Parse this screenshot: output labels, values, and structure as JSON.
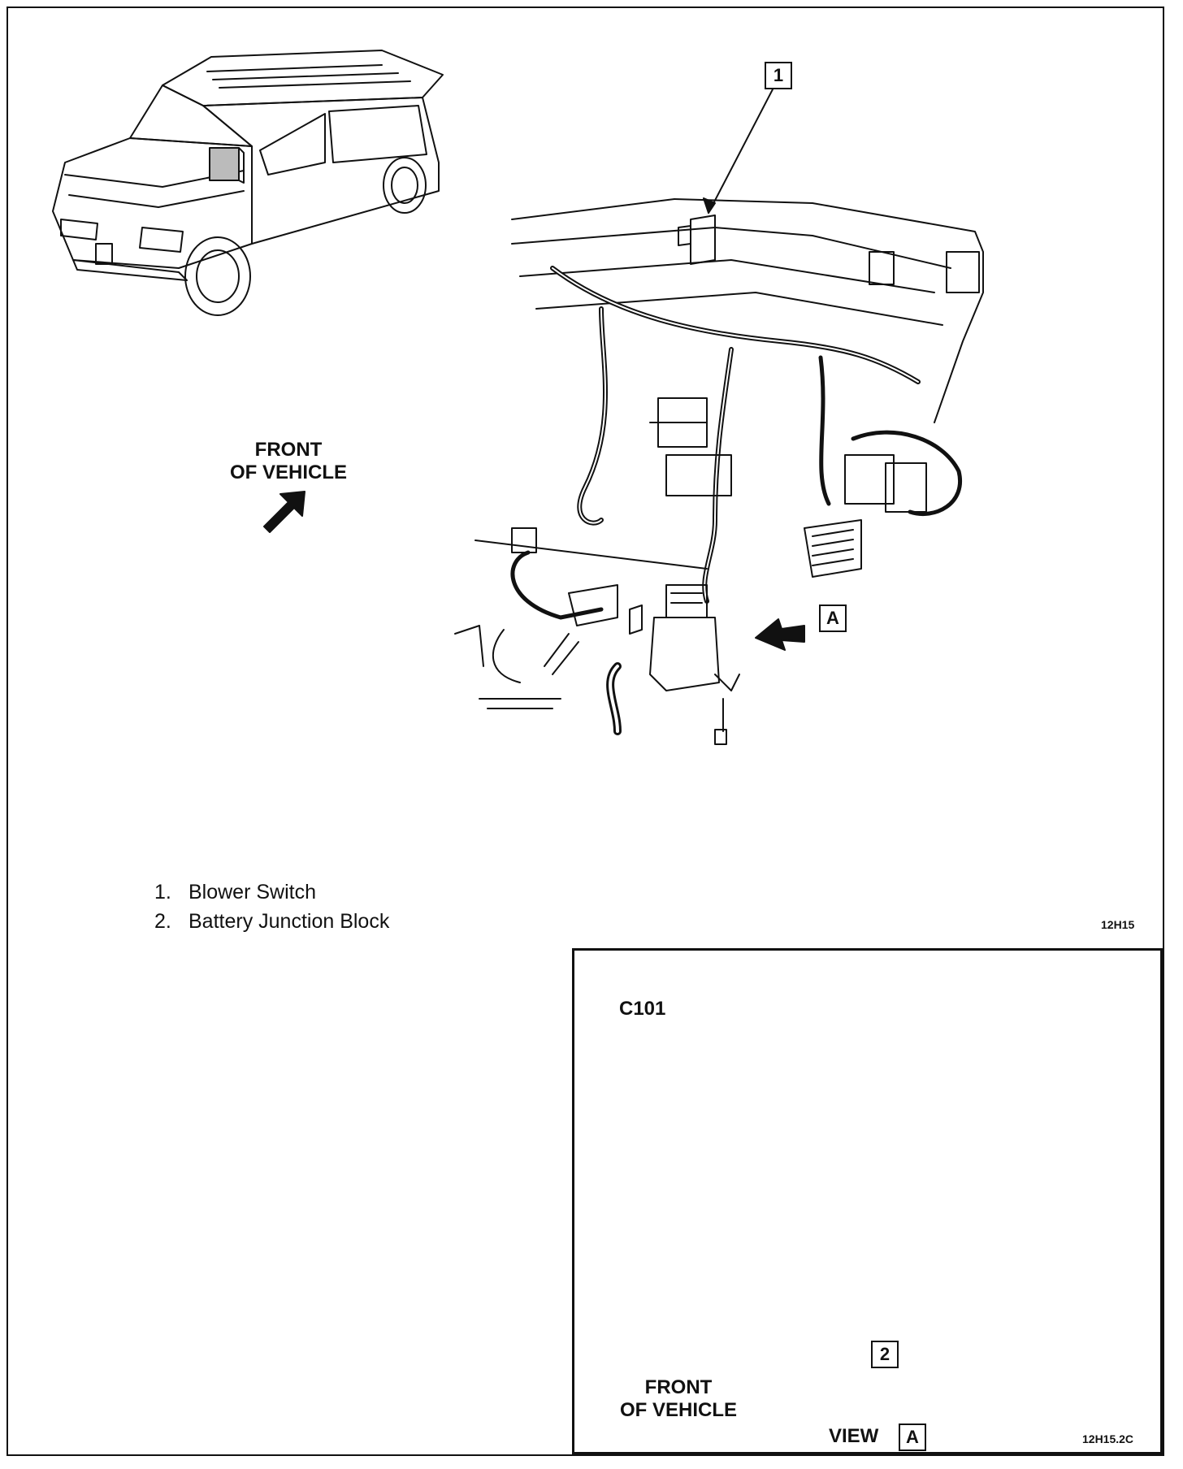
{
  "main_view": {
    "front_label_line1": "FRONT",
    "front_label_line2": "OF VEHICLE",
    "callout_1": "1",
    "callout_a": "A",
    "figure_code": "12H15"
  },
  "legend": {
    "items": [
      {
        "number": "1.",
        "text": "Blower Switch"
      },
      {
        "number": "2.",
        "text": "Battery Junction Block"
      }
    ]
  },
  "inset_view": {
    "connector_label": "C101",
    "callout_2": "2",
    "front_label_line1": "FRONT",
    "front_label_line2": "OF VEHICLE",
    "view_label": "VIEW",
    "view_callout": "A",
    "figure_code": "12H15.2C"
  },
  "icons": [
    "van-icon",
    "front-arrow-icon",
    "leader-arrow-icon"
  ]
}
